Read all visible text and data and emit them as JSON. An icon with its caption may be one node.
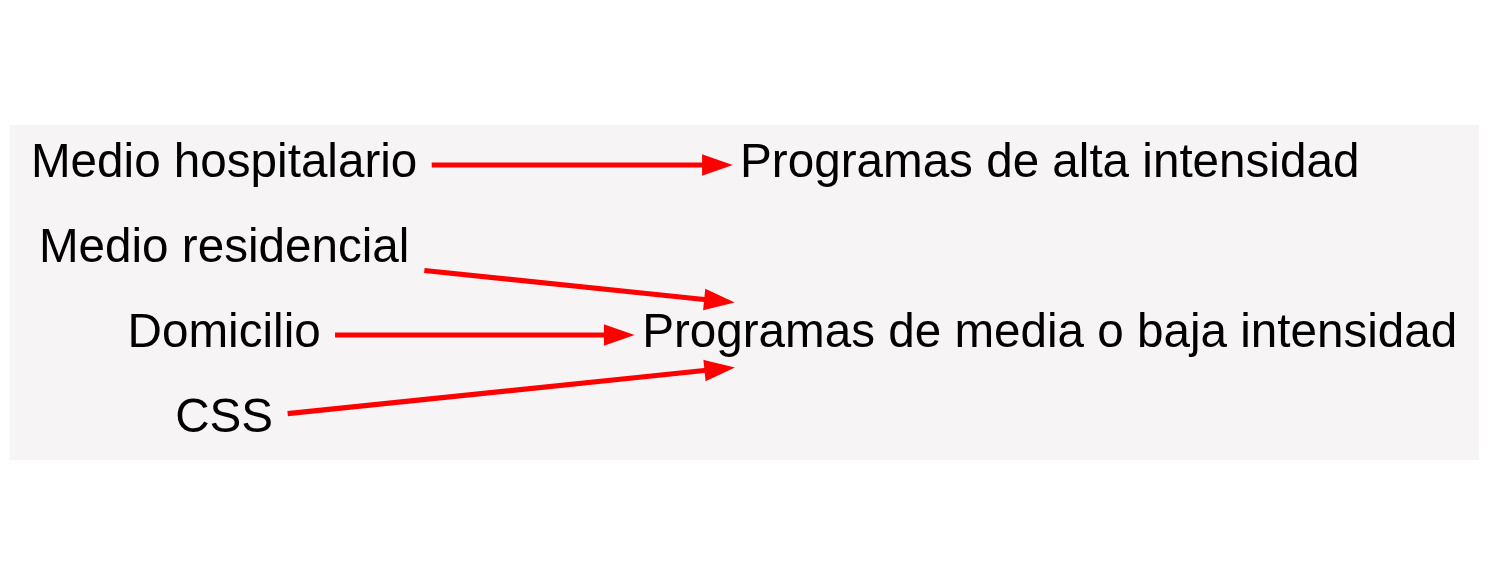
{
  "diagram": {
    "nodes": [
      {
        "text": [
          "Medio hospitalario"
        ]
      },
      {
        "text": [
          "Medio residencial"
        ]
      },
      {
        "text": [
          "Domicilio"
        ]
      },
      {
        "text": [
          "CSS"
        ]
      },
      {
        "text": [
          "Programas de alta intensidad"
        ]
      },
      {
        "text": [
          "Programas de media o baja intensidad"
        ]
      }
    ],
    "edges": [
      {
        "from": 0,
        "to": 4,
        "arrow": "to"
      },
      {
        "from": 1,
        "to": 5,
        "arrow": "to"
      },
      {
        "from": 2,
        "to": 5,
        "arrow": "to"
      },
      {
        "from": 3,
        "to": 5,
        "arrow": "to"
      }
    ]
  }
}
